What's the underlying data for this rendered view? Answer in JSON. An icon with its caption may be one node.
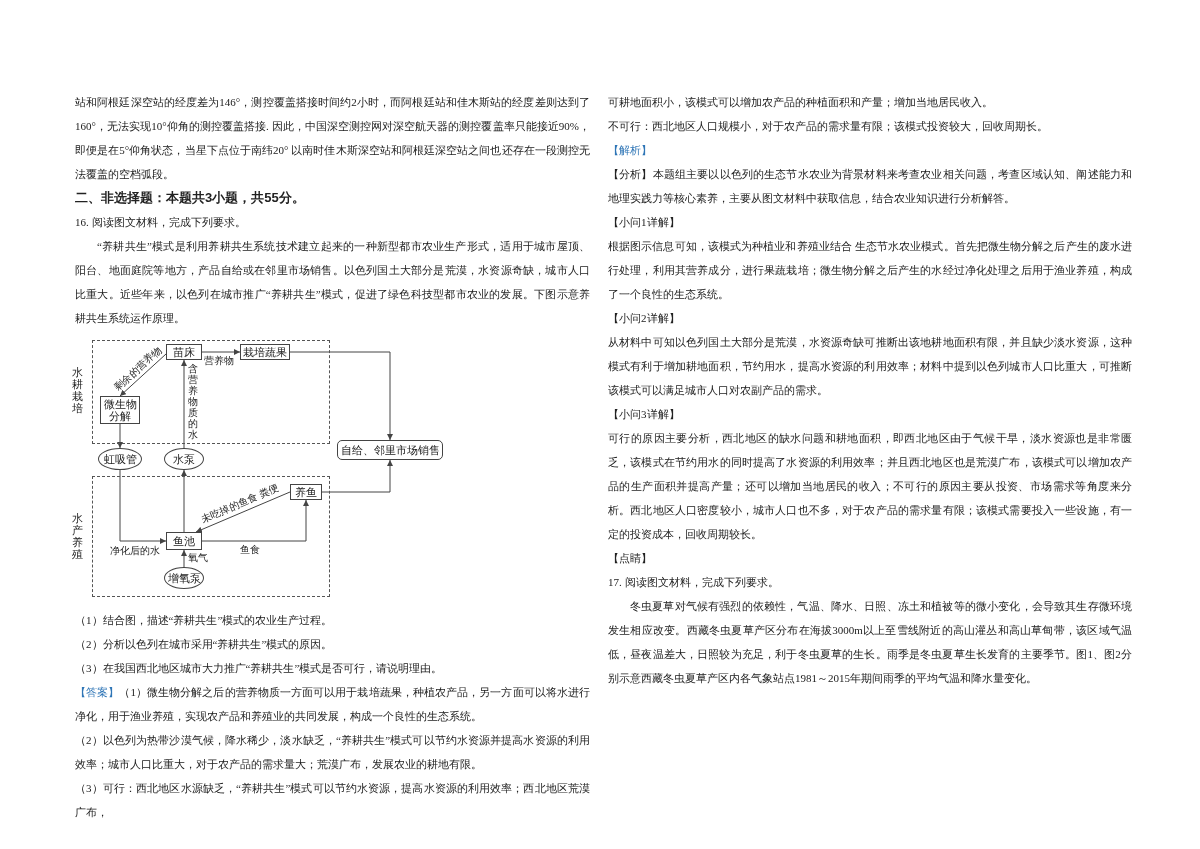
{
  "diagram": {
    "nodes": [
      {
        "text": [
          "水耕栽培"
        ]
      },
      {
        "text": [
          "苗床"
        ],
        "in": 0
      },
      {
        "text": [
          "栽培蔬果"
        ],
        "in": 0
      },
      {
        "text": [
          "微生物分解"
        ],
        "in": 0
      },
      {
        "text": [
          "虹吸管"
        ]
      },
      {
        "text": [
          "水泵"
        ]
      },
      {
        "text": [
          "自给、邻里市场销售"
        ]
      },
      {
        "text": [
          "水产养殖"
        ]
      },
      {
        "text": [
          "鱼池"
        ],
        "in": 7
      },
      {
        "text": [
          "养鱼"
        ],
        "in": 7
      },
      {
        "text": [
          "增氧泵"
        ],
        "in": 7
      }
    ],
    "edges": [
      {
        "from": 1,
        "to": 2,
        "arrow": "to",
        "label": "营养物"
      },
      {
        "from": 1,
        "to": 3,
        "arrow": "to",
        "label": "剩余的营养物"
      },
      {
        "from": 5,
        "to": 1,
        "arrow": "to",
        "label": "含营养物质的水"
      },
      {
        "from": 2,
        "to": 6,
        "arrow": "to"
      },
      {
        "from": 3,
        "to": 4,
        "arrow": "to"
      },
      {
        "from": 4,
        "to": 8,
        "arrow": "to",
        "label": "净化后的水"
      },
      {
        "from": 8,
        "to": 5,
        "arrow": "to"
      },
      {
        "from": 9,
        "to": 8,
        "arrow": "to",
        "label": "未吃掉的鱼食 粪便"
      },
      {
        "from": 8,
        "to": 9,
        "arrow": "to",
        "label": "鱼食"
      },
      {
        "from": 9,
        "to": 6,
        "arrow": "to"
      },
      {
        "from": 10,
        "to": 8,
        "arrow": "to",
        "label": "氧气"
      }
    ],
    "labels": [
      "站和阿根廷深空站的经度差为146°，测控覆盖搭接时间约2小时，而阿根廷站和佳木斯站的经度差则达到了160°，无法实现10°仰角的测控覆盖搭接. 因此，中国深空测控网对深空航天器的测控覆盖率只能接近90%，即便是在5°仰角状态，当星下点位于南纬20° 以南时佳木斯深空站和阿根廷深空站之间也还存在一段测控无法覆盖的空档弧段。",
      "二、非选择题：本题共3小题，共55分。",
      "16. 阅读图文材料，完成下列要求。",
      "“养耕共生”模式是利用养耕共生系统技术建立起来的一种新型都市农业生产形式，适用于城市屋顶、阳台、地面庭院等地方，产品自给或在邻里市场销售。以色列国土大部分是荒漠，水资源奇缺，城市人口比重大。近些年来，以色列在城市推广“养耕共生”模式，促进了绿色科技型都市农业的发展。下图示意养耕共生系统运作原理。",
      "（1）结合图，描述“养耕共生”模式的农业生产过程。",
      "（2）分析以色列在城市采用“养耕共生”模式的原因。",
      "（3）在我国西北地区城市大力推广“养耕共生”模式是否可行，请说明理由。",
      "【答案】",
      "（1）微生物分解之后的营养物质一方面可以用于栽培蔬果，种植农产品，另一方面可以将水进行净化，用于渔业养殖，实现农产品和养殖业的共同发展，构成一个良性的生态系统。",
      "（2）以色列为热带沙漠气候，降水稀少，淡水缺乏，“养耕共生”模式可以节约水资源并提高水资源的利用效率；城市人口比重大，对于农产品的需求量大；荒漠广布，发展农业的耕地有限。",
      "（3）可行：西北地区水源缺乏，“养耕共生”模式可以节约水资源，提高水资源的利用效率；西北地区荒漠广布，",
      "可耕地面积小，该模式可以增加农产品的种植面积和产量；增加当地居民收入。",
      "不可行：西北地区人口规模小，对于农产品的需求量有限；该模式投资较大，回收周期长。",
      "【解析】",
      "【分析】本题组主要以以色列的生态节水农业为背景材料来考查农业相关问题，考查区域认知、阐述能力和地理实践力等核心素养，主要从图文材料中获取信息，结合农业知识进行分析解答。",
      "【小问1详解】",
      "根据图示信息可知，该模式为种植业和养殖业结合 生态节水农业模式。首先把微生物分解之后产生的废水进行处理，利用其营养成分，进行果蔬栽培；微生物分解之后产生的水经过净化处理之后用于渔业养殖，构成了一个良性的生态系统。",
      "【小问2详解】",
      "从材料中可知以色列国土大部分是荒漠，水资源奇缺可推断出该地耕地面积有限，并且缺少淡水资源，这种模式有利于增加耕地面积，节约用水，提高水资源的利用效率；材料中提到以色列城市人口比重大，可推断该模式可以满足城市人口对农副产品的需求。",
      "【小问3详解】",
      "可行的原因主要分析，西北地区的缺水问题和耕地面积，即西北地区由于气候干旱，淡水资源也是非常匮乏，该模式在节约用水的同时提高了水资源的利用效率；并且西北地区也是荒漠广布，该模式可以增加农产品的生产面积并提高产量；还可以增加当地居民的收入；不可行的原因主要从投资、市场需求等角度来分析。西北地区人口密度较小，城市人口也不多，对于农产品的需求量有限；该模式需要投入一些设施，有一定的投资成本，回收周期较长。",
      "【点睛】",
      "17. 阅读图文材料，完成下列要求。",
      "冬虫夏草对气候有强烈的依赖性，气温、降水、日照、冻土和植被等的微小变化，会导致其生存微环境发生相应改变。西藏冬虫夏草产区分布在海拔3000m以上至雪线附近的高山灌丛和高山草甸带，该区域气温低，昼夜温差大，日照较为充足，利于冬虫夏草的生长。雨季是冬虫夏草生长发育的主要季节。图1、图2分别示意西藏冬虫夏草产区内各气象站点1981～2015年期间雨季的平均气温和降水量变化。"
    ]
  }
}
